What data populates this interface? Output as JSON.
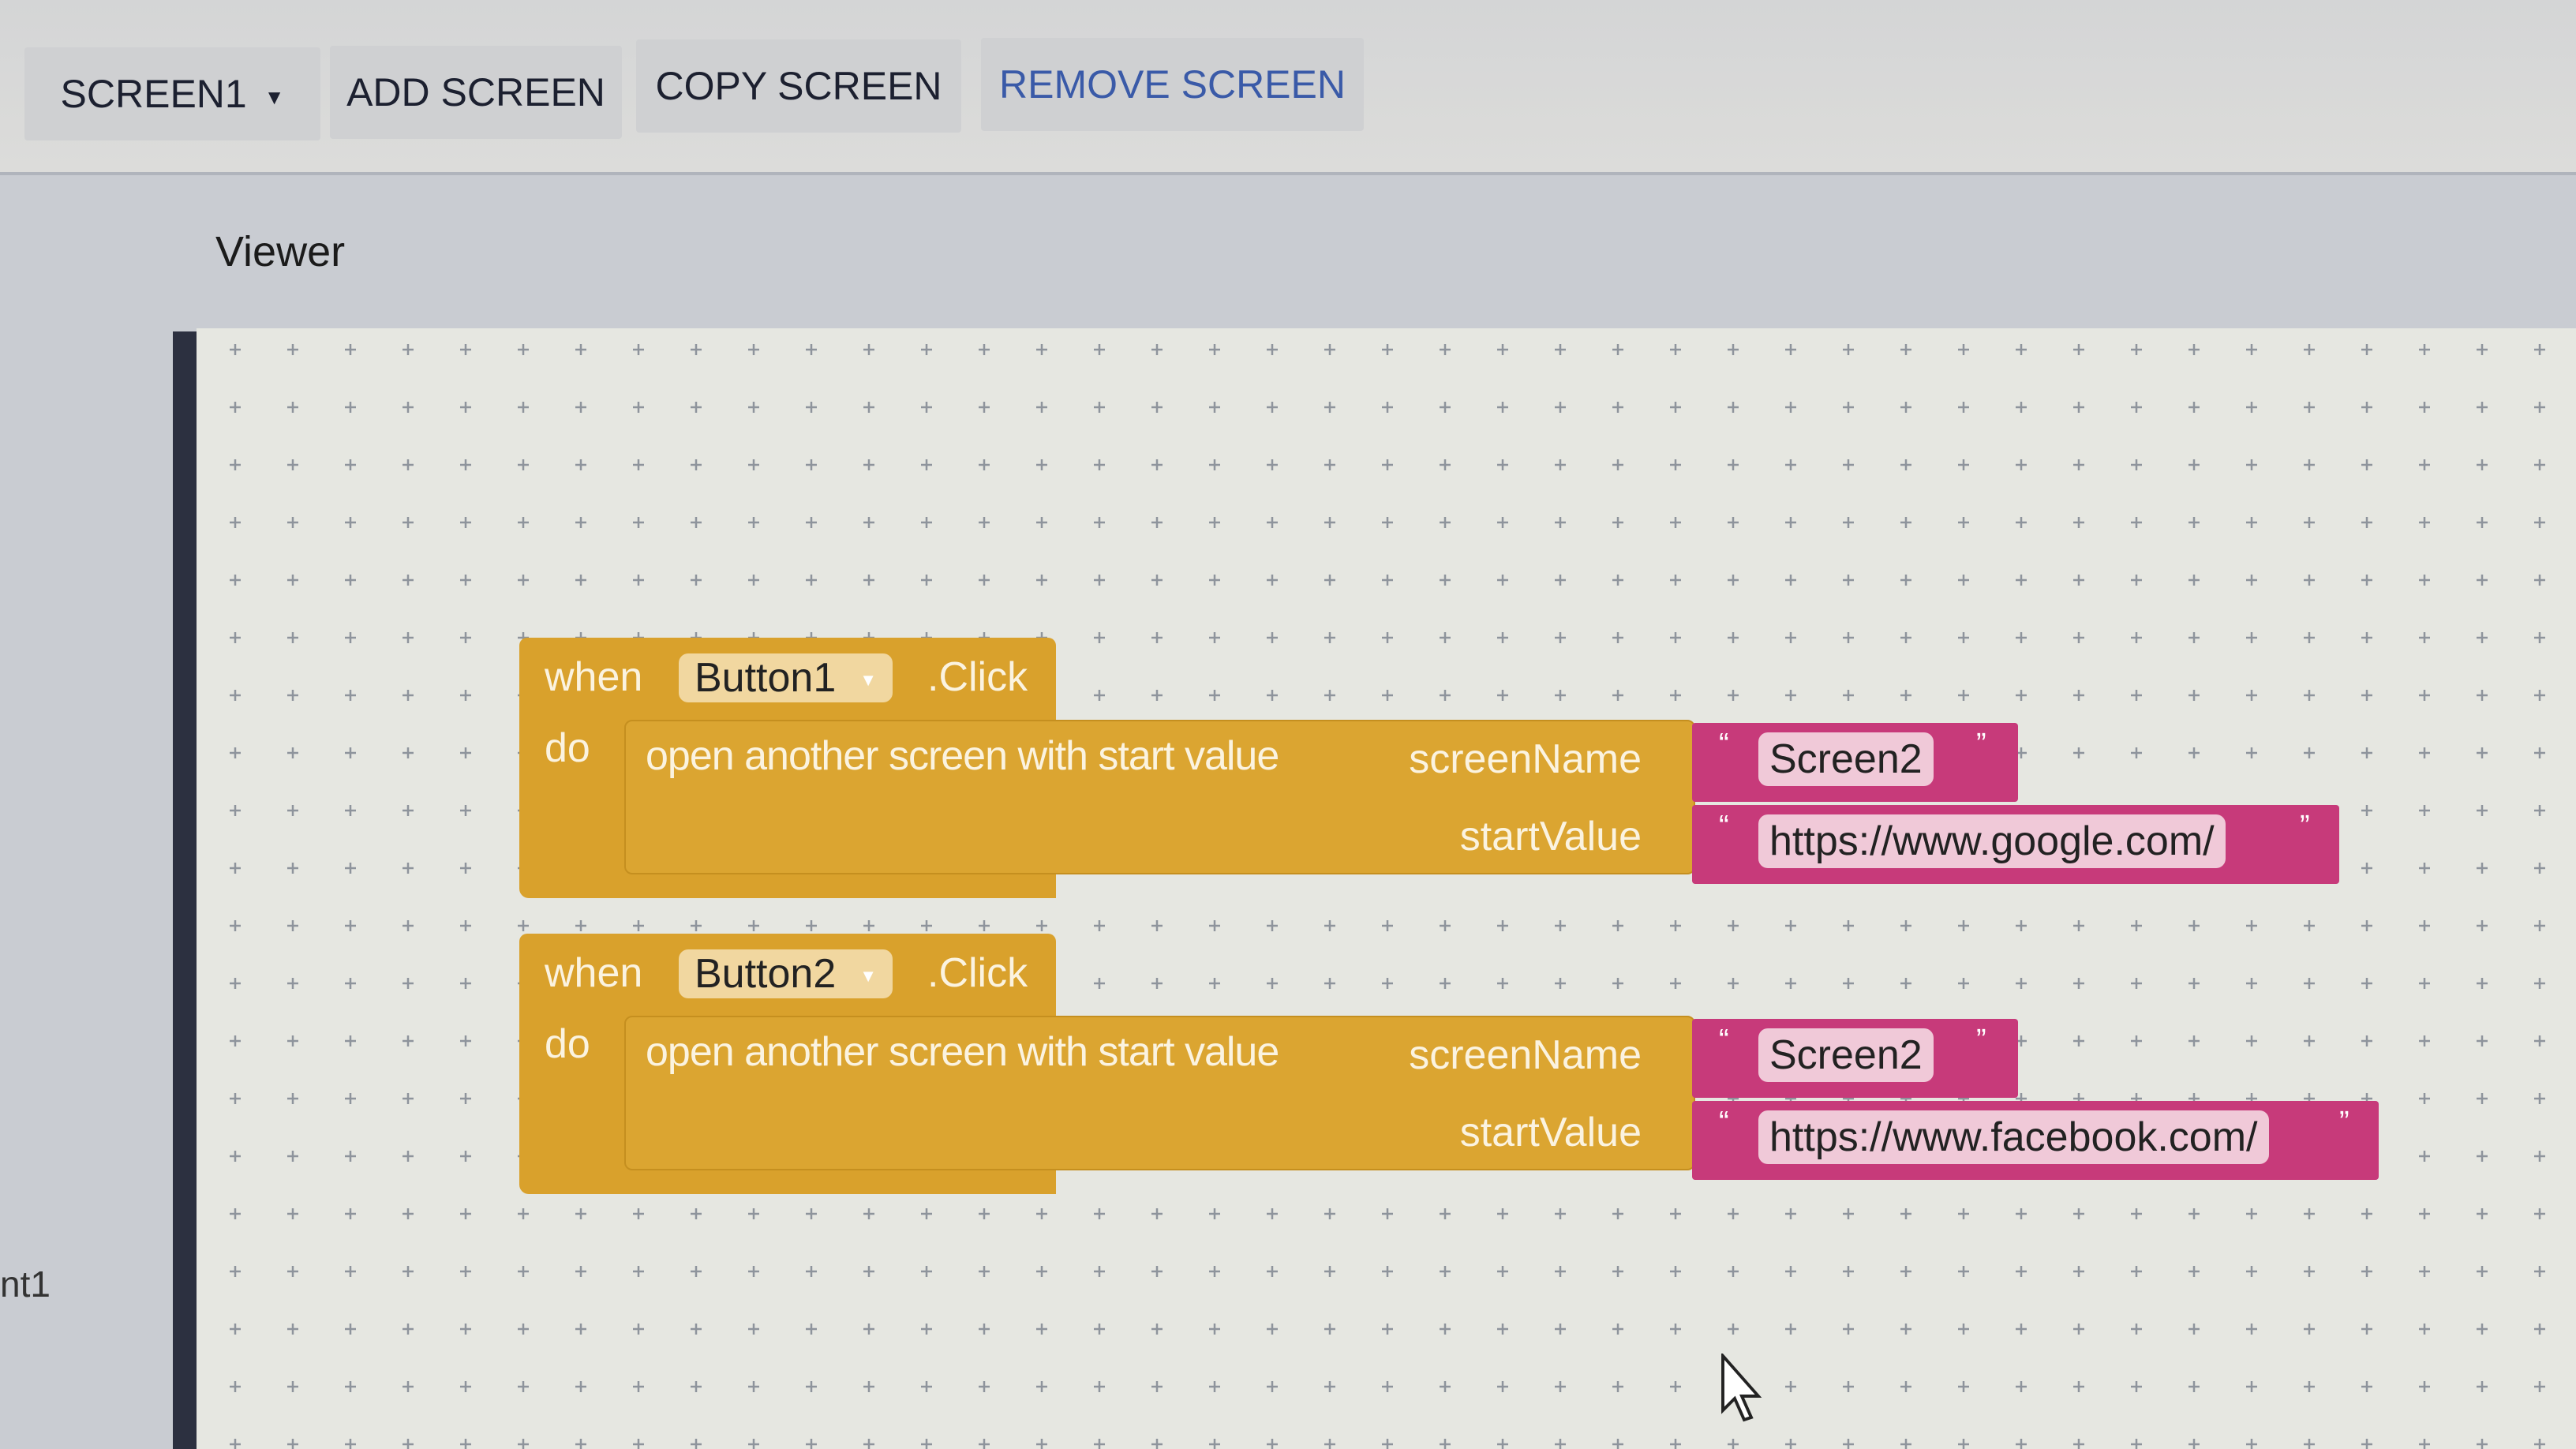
{
  "toolbar": {
    "screen_selector": "SCREEN1",
    "add_screen": "ADD SCREEN",
    "copy_screen": "COPY SCREEN",
    "remove_screen": "REMOVE SCREEN"
  },
  "viewer": {
    "title": "Viewer"
  },
  "side_label": "nt1",
  "blocks": [
    {
      "when": "when",
      "component": "Button1",
      "event": ".Click",
      "do": "do",
      "action": "open another screen with start value",
      "screen_name_label": "screenName",
      "start_value_label": "startValue",
      "screen_name": "Screen2",
      "start_value": "https://www.google.com/"
    },
    {
      "when": "when",
      "component": "Button2",
      "event": ".Click",
      "do": "do",
      "action": "open another screen with start value",
      "screen_name_label": "screenName",
      "start_value_label": "startValue",
      "screen_name": "Screen2",
      "start_value": "https://www.facebook.com/"
    }
  ],
  "colors": {
    "event_block": "#d9a12c",
    "text_block": "#c73a7a"
  }
}
